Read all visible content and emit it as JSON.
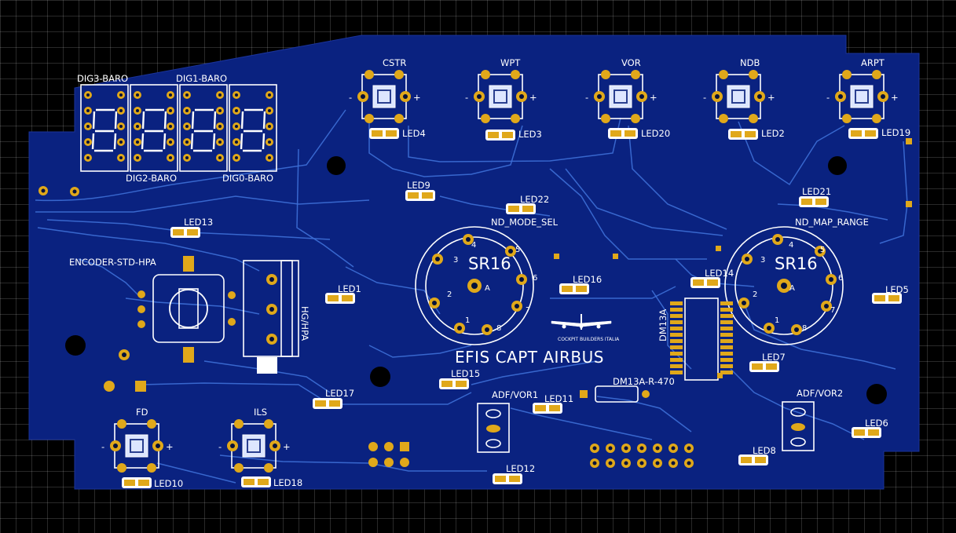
{
  "board": {
    "title": "EFIS CAPT AIRBUS",
    "logo_text": "COCKPIT BUILDERS ITALIA",
    "colors": {
      "board": "#0a2280",
      "trace": "#3d6fd6",
      "silkscreen": "#ffffff",
      "pad": "#e0a81a",
      "background": "#000000"
    }
  },
  "display_labels": [
    "DIG3-BARO",
    "DIG1-BARO",
    "DIG2-BARO",
    "DIG0-BARO"
  ],
  "buttons": [
    {
      "label": "CSTR"
    },
    {
      "label": "WPT"
    },
    {
      "label": "VOR"
    },
    {
      "label": "NDB"
    },
    {
      "label": "ARPT"
    },
    {
      "label": "FD"
    },
    {
      "label": "ILS"
    }
  ],
  "button_polarity": {
    "minus": "-",
    "plus": "+"
  },
  "leds": [
    "LED4",
    "LED3",
    "LED20",
    "LED2",
    "LED19",
    "LED9",
    "LED22",
    "LED21",
    "LED13",
    "LED1",
    "LED16",
    "LED14",
    "LED5",
    "LED7",
    "LED15",
    "LED17",
    "LED11",
    "LED10",
    "LED18",
    "LED12",
    "LED8",
    "LED6"
  ],
  "rotary_switches": [
    {
      "name": "ND_MODE_SEL",
      "part": "SR16",
      "positions": [
        "1",
        "2",
        "3",
        "4",
        "5",
        "6",
        "7",
        "8"
      ],
      "common": "A"
    },
    {
      "name": "ND_MAP_RANGE",
      "part": "SR16",
      "positions": [
        "1",
        "2",
        "3",
        "4",
        "5",
        "6",
        "7",
        "8"
      ],
      "common": "A"
    }
  ],
  "encoders": [
    {
      "label": "ENCODER-STD-HPA"
    },
    {
      "label": "HG/HPA"
    }
  ],
  "connector": {
    "label": "DM13A",
    "resistor": "DM13A-R-470"
  },
  "adf_vor": [
    "ADF/VOR1",
    "ADF/VOR2"
  ]
}
